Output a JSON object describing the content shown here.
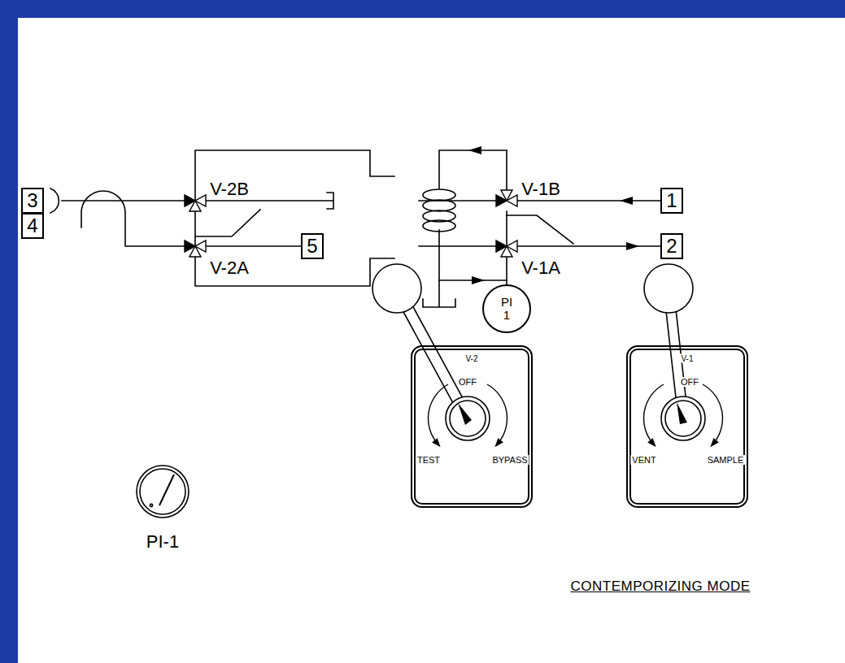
{
  "diagram": {
    "caption": "CONTEMPORIZING MODE",
    "nodes": [
      {
        "text": [
          "3"
        ]
      },
      {
        "text": [
          "1"
        ]
      },
      {
        "text": [
          "4"
        ]
      },
      {
        "text": [
          "5"
        ]
      },
      {
        "text": [
          "2"
        ]
      },
      {
        "text": [
          "PI",
          "1"
        ]
      },
      {
        "text": [
          "V-2",
          "OFF",
          "TEST",
          "BYPASS"
        ]
      },
      {
        "text": [
          "V-1",
          "OFF",
          "VENT",
          "SAMPLE"
        ]
      }
    ],
    "labels": [
      "V-2B",
      "V-1B",
      "V-2A",
      "V-1A",
      "PI-1"
    ]
  }
}
